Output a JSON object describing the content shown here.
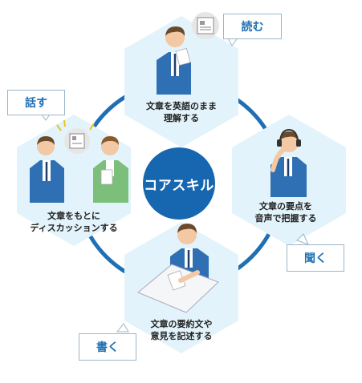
{
  "center": {
    "label": "コアスキル"
  },
  "skills": [
    {
      "id": "read",
      "tag": "読む",
      "lines": [
        "文章を英語のまま",
        "理解する"
      ]
    },
    {
      "id": "listen",
      "tag": "聞く",
      "lines": [
        "文章の要点を",
        "音声で把握する"
      ]
    },
    {
      "id": "write",
      "tag": "書く",
      "lines": [
        "文章の要約文や",
        "意見を記述する"
      ]
    },
    {
      "id": "speak",
      "tag": "話す",
      "lines": [
        "文章をもとに",
        "ディスカッションする"
      ]
    }
  ],
  "colors": {
    "hexagon": "#e3f3fb",
    "ring": "#1e6fb4",
    "center": "#1767b0",
    "callout_text": "#1e6fb4",
    "suit": "#2f6fb3",
    "sweater": "#7bbf7a",
    "hair": "#6b4a2b",
    "skin": "#f2c9a4"
  },
  "icons": [
    "document-bubble-icon",
    "headset-icon",
    "laptop-icon",
    "sparkle-icon"
  ]
}
